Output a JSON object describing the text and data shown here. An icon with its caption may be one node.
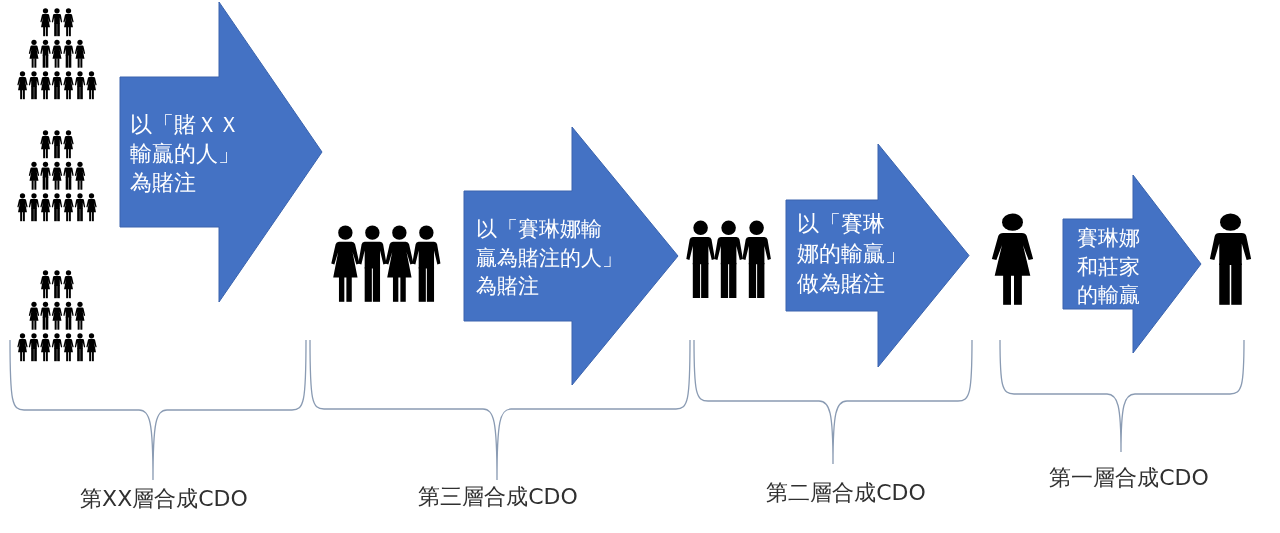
{
  "diagram": {
    "nodes": [
      {
        "text": [],
        "shape": "person"
      },
      {
        "text": [],
        "shape": "person"
      },
      {
        "text": [],
        "shape": "person"
      },
      {
        "text": [],
        "shape": "person"
      },
      {
        "text": [],
        "shape": "person"
      }
    ],
    "edges": [
      {
        "from": 0,
        "to": 1,
        "arrow": "to",
        "label": "以「賭ＸＸ輸贏的人」為賭注"
      },
      {
        "from": 1,
        "to": 2,
        "arrow": "to",
        "label": "以「賽琳娜輸贏為賭注的人」為賭注"
      },
      {
        "from": 2,
        "to": 3,
        "arrow": "to",
        "label": "以「賽琳娜的輸贏」做為賭注"
      },
      {
        "from": 3,
        "to": 4,
        "arrow": "to",
        "label": "賽琳娜和莊家的輸贏"
      }
    ],
    "labels": [
      "第XX層合成CDO",
      "第三層合成CDO",
      "第二層合成CDO",
      "第一層合成CDO"
    ]
  }
}
